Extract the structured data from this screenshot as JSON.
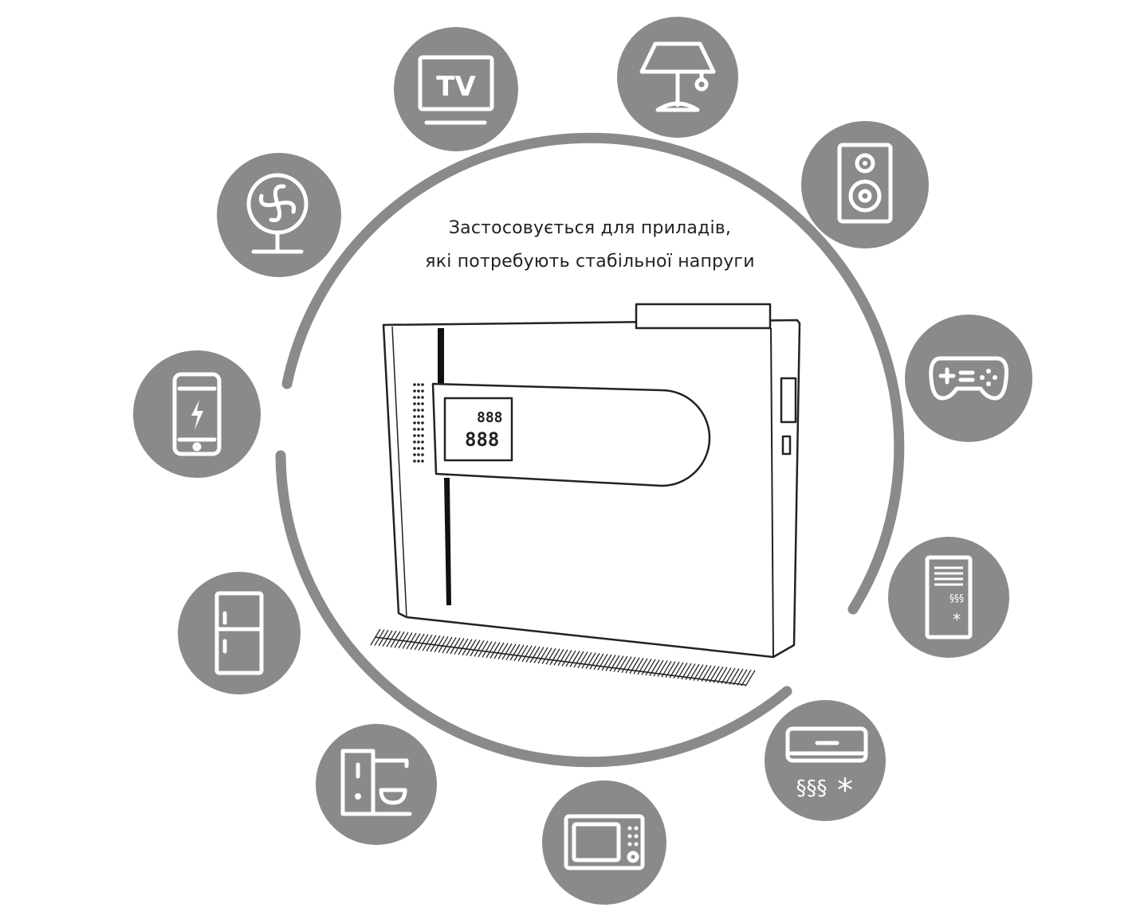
{
  "caption": {
    "line1": "Застосовується для приладів,",
    "line2": "які потребують стабільної напруги"
  },
  "colors": {
    "circle": "#8a8a8a",
    "ring": "#8a8a8a",
    "icon": "#ffffff"
  },
  "appliances": [
    {
      "icon": "tv-icon",
      "label": "TV"
    },
    {
      "icon": "lamp-icon"
    },
    {
      "icon": "speaker-icon"
    },
    {
      "icon": "fan-icon"
    },
    {
      "icon": "gamepad-icon"
    },
    {
      "icon": "smartphone-charging-icon"
    },
    {
      "icon": "heater-tower-icon"
    },
    {
      "icon": "fridge-icon"
    },
    {
      "icon": "air-conditioner-icon"
    },
    {
      "icon": "coffee-machine-icon"
    },
    {
      "icon": "microwave-icon"
    }
  ]
}
